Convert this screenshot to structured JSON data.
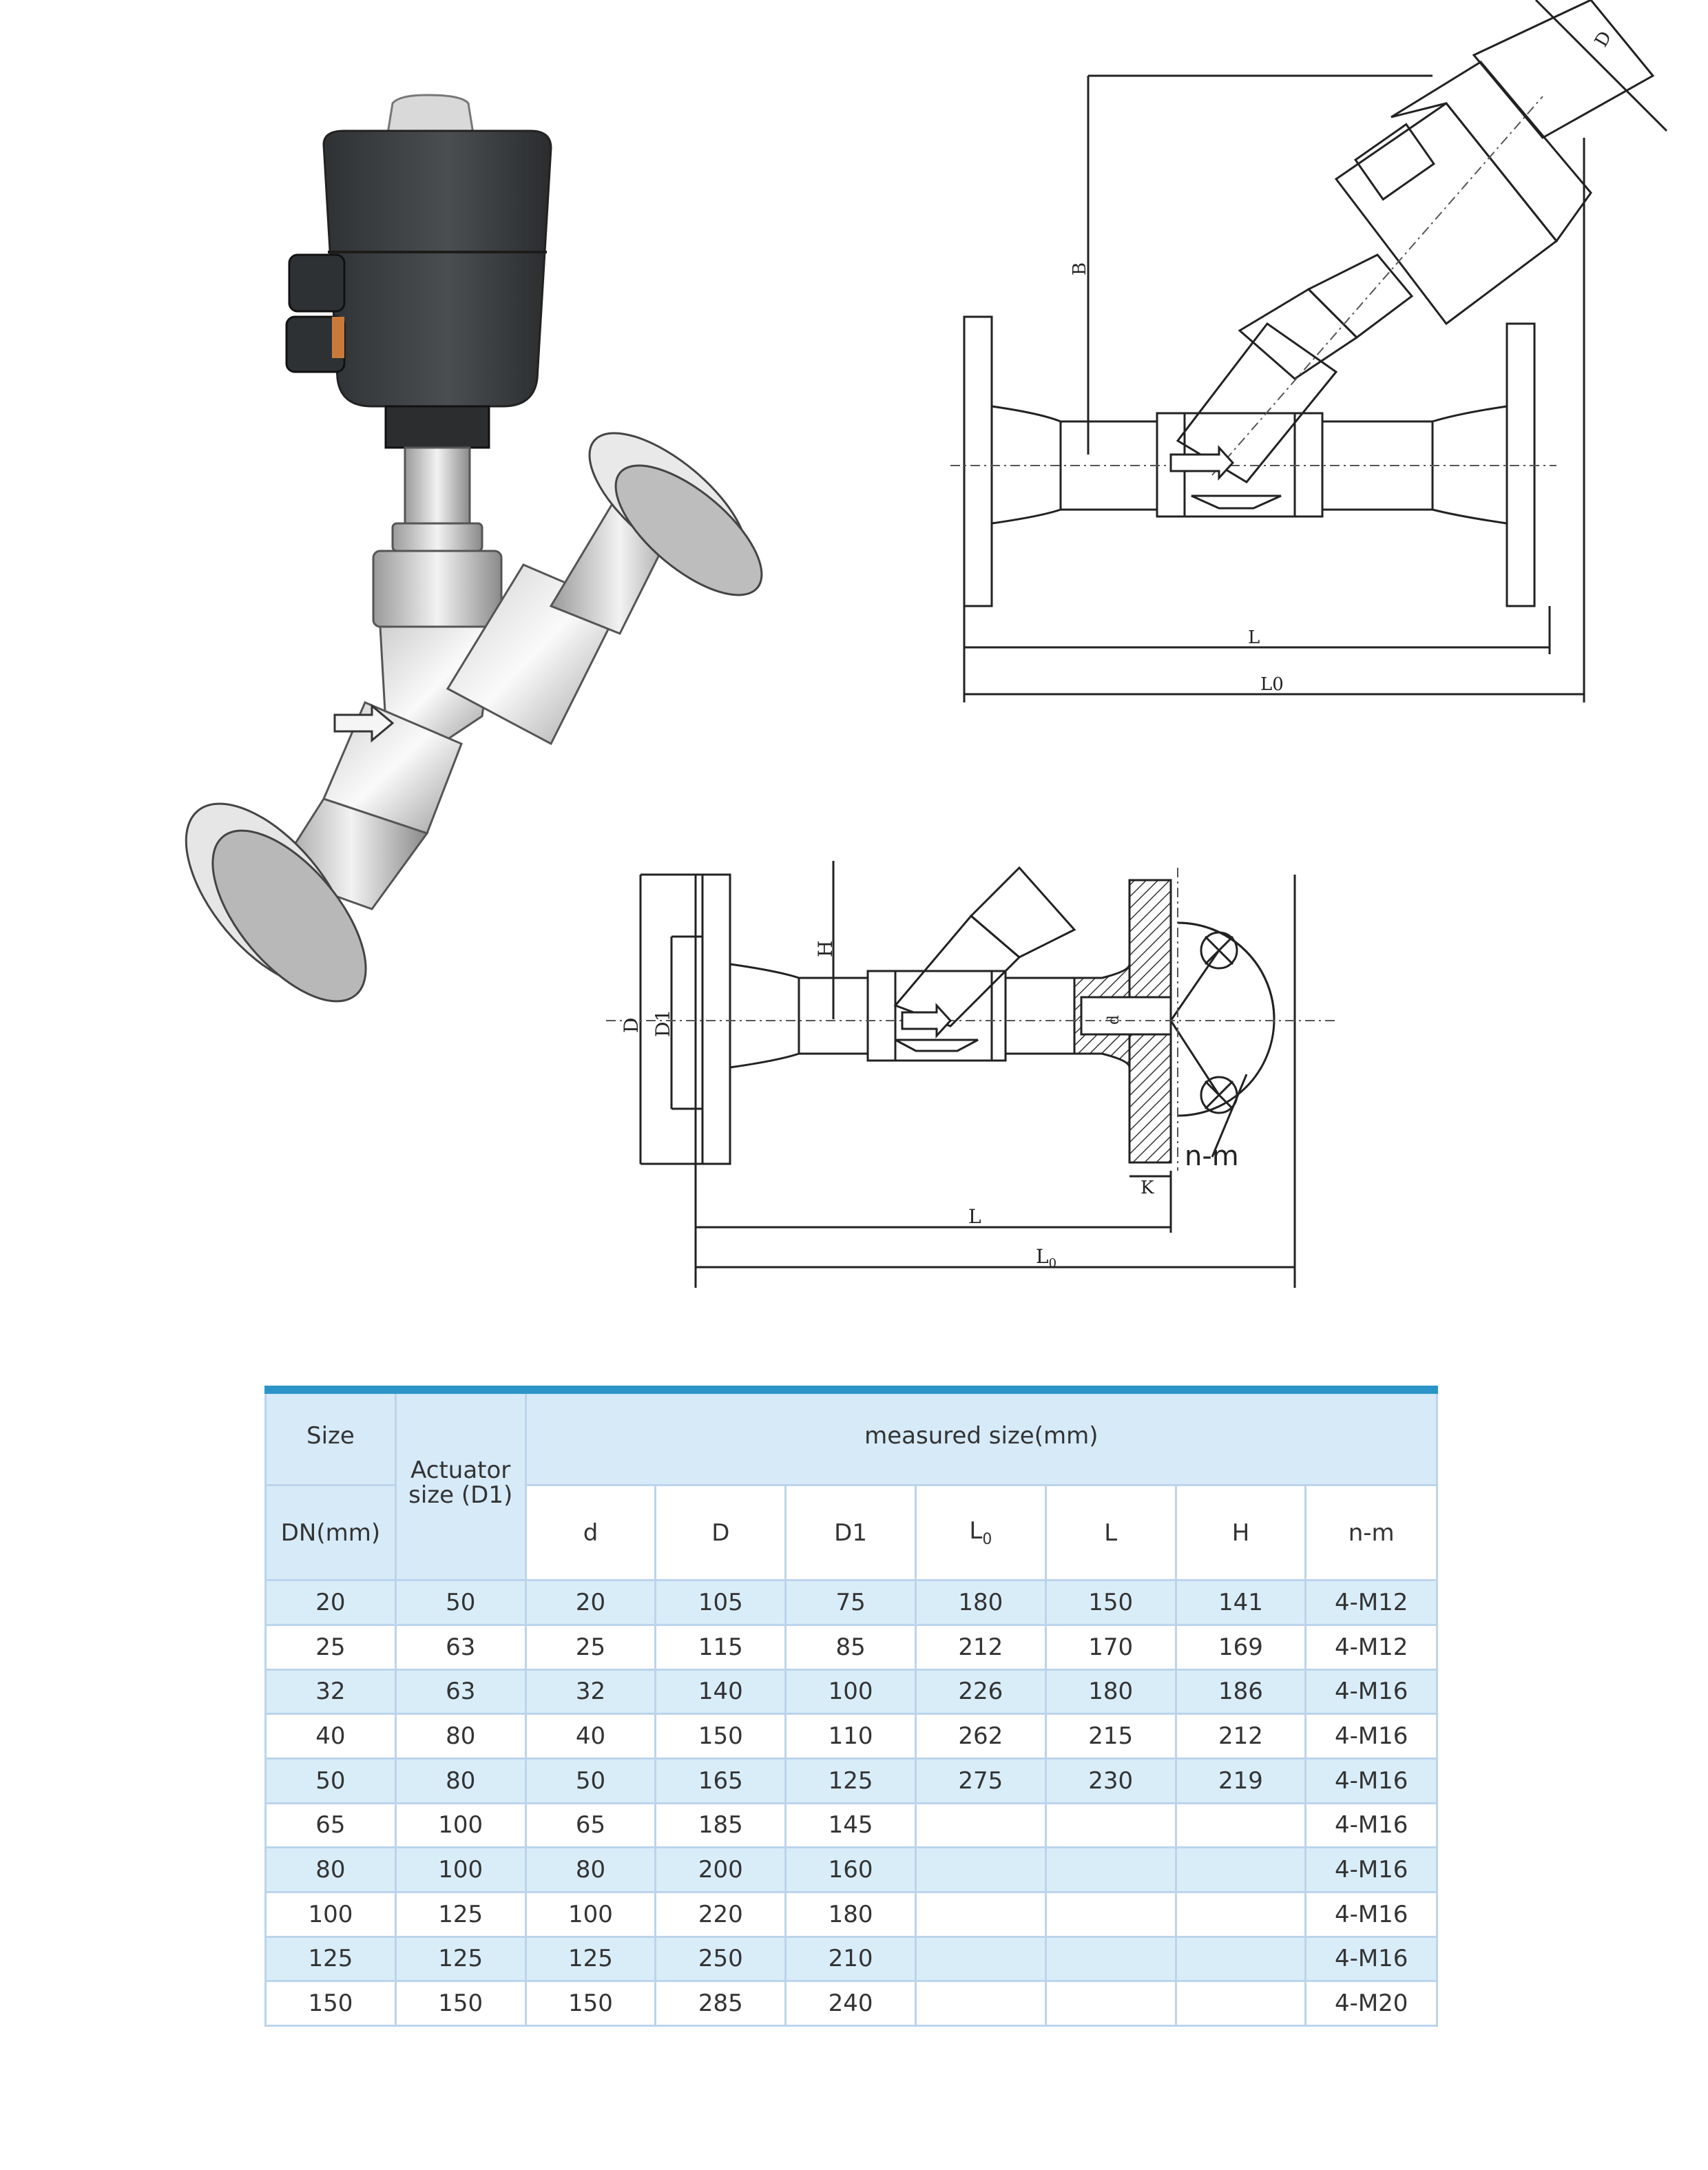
{
  "drawing_labels": {
    "top": {
      "dim_b": "B",
      "dim_d": "D",
      "dim_l": "L",
      "dim_l0": "L0"
    },
    "bottom": {
      "dim_h": "H",
      "dim_d_outer": "D",
      "dim_d1": "D1",
      "dim_d_small": "d",
      "dim_nm": "n-m",
      "dim_k": "K",
      "dim_l": "L",
      "dim_l0_main": "L",
      "dim_l0_sub": "0"
    }
  },
  "table": {
    "group_header": "measured size(mm)",
    "size_header": "Size",
    "dn_header": "DN(mm)",
    "actuator_header_line1": "Actuator",
    "actuator_header_line2": "size (D1)",
    "columns": [
      "d",
      "D",
      "D1",
      "L",
      "L",
      "H",
      "n-m"
    ],
    "l0_main": "L",
    "l0_sub": "0",
    "rows": [
      [
        "20",
        "50",
        "20",
        "105",
        "75",
        "180",
        "150",
        "141",
        "4-M12"
      ],
      [
        "25",
        "63",
        "25",
        "115",
        "85",
        "212",
        "170",
        "169",
        "4-M12"
      ],
      [
        "32",
        "63",
        "32",
        "140",
        "100",
        "226",
        "180",
        "186",
        "4-M16"
      ],
      [
        "40",
        "80",
        "40",
        "150",
        "110",
        "262",
        "215",
        "212",
        "4-M16"
      ],
      [
        "50",
        "80",
        "50",
        "165",
        "125",
        "275",
        "230",
        "219",
        "4-M16"
      ],
      [
        "65",
        "100",
        "65",
        "185",
        "145",
        "",
        "",
        "",
        "4-M16"
      ],
      [
        "80",
        "100",
        "80",
        "200",
        "160",
        "",
        "",
        "",
        "4-M16"
      ],
      [
        "100",
        "125",
        "100",
        "220",
        "180",
        "",
        "",
        "",
        "4-M16"
      ],
      [
        "125",
        "125",
        "125",
        "250",
        "210",
        "",
        "",
        "",
        "4-M16"
      ],
      [
        "150",
        "150",
        "150",
        "285",
        "240",
        "",
        "",
        "",
        "4-M20"
      ]
    ]
  },
  "colors": {
    "accent": "#2b95c9",
    "row_tint": "#d9edf9",
    "border": "#bcd4ec",
    "actuator": "#3a3d3f"
  }
}
